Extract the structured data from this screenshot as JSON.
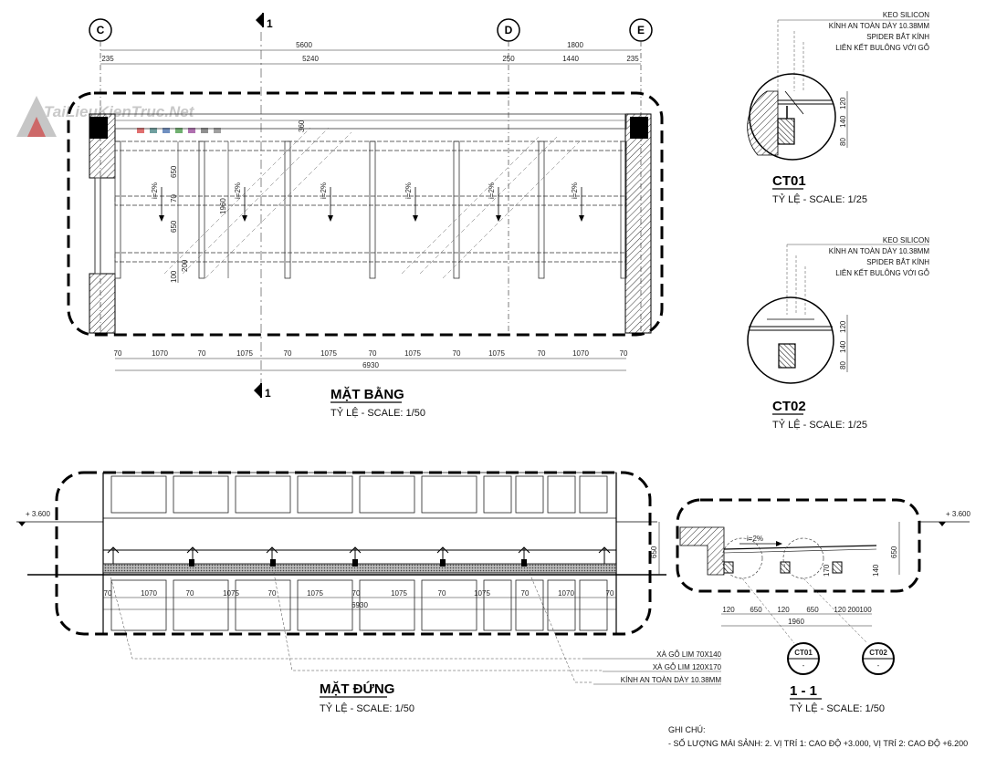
{
  "watermark": "TaiLieuKienTruc.Net",
  "grid_labels": {
    "c": "C",
    "d": "D",
    "e": "E"
  },
  "section_mark": "1",
  "plan": {
    "title": "MẶT BẰNG",
    "scale": "TỶ LỆ - SCALE:  1/50",
    "top_dims_total": [
      "5600",
      "1800"
    ],
    "top_dims": [
      "235",
      "5240",
      "250",
      "1440",
      "235"
    ],
    "bottom_dims": [
      "70",
      "1070",
      "70",
      "1075",
      "70",
      "1075",
      "70",
      "1075",
      "70",
      "1075",
      "70",
      "1070",
      "70"
    ],
    "bottom_total": "6930",
    "left_dims": [
      "650",
      "70",
      "650",
      "200",
      "100"
    ],
    "total_depth": "1960",
    "slope": "i=2%",
    "small_dim": "360"
  },
  "ct01": {
    "title": "CT01",
    "scale": "TỶ LỆ - SCALE:  1/25",
    "labels": [
      "KEO SILICON",
      "KÍNH AN TOÀN DÀY 10.38MM",
      "SPIDER BẮT KÍNH",
      "LIÊN KẾT BULÔNG VỚI GỖ"
    ],
    "dims": [
      "120",
      "140",
      "80"
    ]
  },
  "ct02": {
    "title": "CT02",
    "scale": "TỶ LỆ - SCALE:  1/25",
    "labels": [
      "KEO SILICON",
      "KÍNH AN TOÀN DÀY 10.38MM",
      "SPIDER BẮT KÍNH",
      "LIÊN KẾT BULÔNG VỚI GỖ"
    ],
    "dims": [
      "120",
      "140",
      "80"
    ]
  },
  "elevation": {
    "title": "MẶT ĐỨNG",
    "scale": "TỶ LỆ - SCALE:  1/50",
    "level": "+ 3.600",
    "height_dim": "650",
    "bottom_dims": [
      "70",
      "1070",
      "70",
      "1075",
      "70",
      "1075",
      "70",
      "1075",
      "70",
      "1075",
      "70",
      "1070",
      "70"
    ],
    "bottom_total": "6930",
    "labels": [
      "XÀ GỖ LIM 70X140",
      "XÀ GỖ LIM 120X170",
      "KÍNH AN TOÀN DÀY 10.38MM"
    ]
  },
  "section": {
    "title": "1 - 1",
    "scale": "TỶ LỆ - SCALE:  1/50",
    "level": "+ 3.600",
    "height_dim": "650",
    "slope": "i=2%",
    "dims": [
      "120",
      "650",
      "120",
      "650",
      "120",
      "200",
      "100"
    ],
    "total": "1960",
    "side_dims": [
      "170",
      "140"
    ],
    "refs": [
      "CT01",
      "CT02"
    ],
    "ref_sub": "-"
  },
  "notes": {
    "heading": "GHI CHÚ:",
    "line1": "- SỐ LƯỢNG MÁI SẢNH: 2. VỊ TRÍ 1: CAO ĐỘ +3.000, VỊ TRÍ 2: CAO ĐỘ +6.200"
  }
}
